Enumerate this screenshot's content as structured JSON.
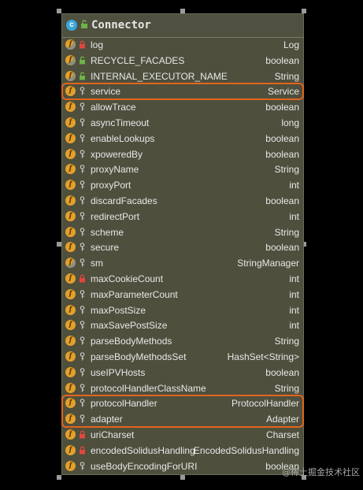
{
  "class": {
    "name": "Connector",
    "badge": "c"
  },
  "field_badge": "f",
  "fields": [
    {
      "name": "log",
      "type": "Log",
      "visibility": "private-static",
      "highlight": false
    },
    {
      "name": "RECYCLE_FACADES",
      "type": "boolean",
      "visibility": "public-static",
      "highlight": false
    },
    {
      "name": "INTERNAL_EXECUTOR_NAME",
      "type": "String",
      "visibility": "public-static",
      "highlight": false
    },
    {
      "name": "service",
      "type": "Service",
      "visibility": "protected",
      "highlight": true
    },
    {
      "name": "allowTrace",
      "type": "boolean",
      "visibility": "protected",
      "highlight": false
    },
    {
      "name": "asyncTimeout",
      "type": "long",
      "visibility": "protected",
      "highlight": false
    },
    {
      "name": "enableLookups",
      "type": "boolean",
      "visibility": "protected",
      "highlight": false
    },
    {
      "name": "xpoweredBy",
      "type": "boolean",
      "visibility": "protected",
      "highlight": false
    },
    {
      "name": "proxyName",
      "type": "String",
      "visibility": "protected",
      "highlight": false
    },
    {
      "name": "proxyPort",
      "type": "int",
      "visibility": "protected",
      "highlight": false
    },
    {
      "name": "discardFacades",
      "type": "boolean",
      "visibility": "protected",
      "highlight": false
    },
    {
      "name": "redirectPort",
      "type": "int",
      "visibility": "protected",
      "highlight": false
    },
    {
      "name": "scheme",
      "type": "String",
      "visibility": "protected",
      "highlight": false
    },
    {
      "name": "secure",
      "type": "boolean",
      "visibility": "protected",
      "highlight": false
    },
    {
      "name": "sm",
      "type": "StringManager",
      "visibility": "protected-static",
      "highlight": false
    },
    {
      "name": "maxCookieCount",
      "type": "int",
      "visibility": "private",
      "highlight": false
    },
    {
      "name": "maxParameterCount",
      "type": "int",
      "visibility": "protected",
      "highlight": false
    },
    {
      "name": "maxPostSize",
      "type": "int",
      "visibility": "protected",
      "highlight": false
    },
    {
      "name": "maxSavePostSize",
      "type": "int",
      "visibility": "protected",
      "highlight": false
    },
    {
      "name": "parseBodyMethods",
      "type": "String",
      "visibility": "protected",
      "highlight": false
    },
    {
      "name": "parseBodyMethodsSet",
      "type": "HashSet<String>",
      "visibility": "protected",
      "highlight": false
    },
    {
      "name": "useIPVHosts",
      "type": "boolean",
      "visibility": "protected",
      "highlight": false
    },
    {
      "name": "protocolHandlerClassName",
      "type": "String",
      "visibility": "protected",
      "highlight": false
    },
    {
      "name": "protocolHandler",
      "type": "ProtocolHandler",
      "visibility": "protected",
      "highlight": true
    },
    {
      "name": "adapter",
      "type": "Adapter",
      "visibility": "protected",
      "highlight": true
    },
    {
      "name": "uriCharset",
      "type": "Charset",
      "visibility": "private",
      "highlight": false
    },
    {
      "name": "encodedSolidusHandling",
      "type": "EncodedSolidusHandling",
      "visibility": "private",
      "highlight": false
    },
    {
      "name": "useBodyEncodingForURI",
      "type": "boolean",
      "visibility": "protected",
      "highlight": false
    }
  ],
  "colors": {
    "panel": "#4e4f3d",
    "field_badge": "#e3a02b",
    "class_badge": "#3aa7d8",
    "highlight": "#e2641e",
    "private_lock": "#e0473e",
    "public_lock": "#6fb24a",
    "protected_key": "#c9c9c9"
  },
  "watermark": "@稀土掘金技术社区"
}
